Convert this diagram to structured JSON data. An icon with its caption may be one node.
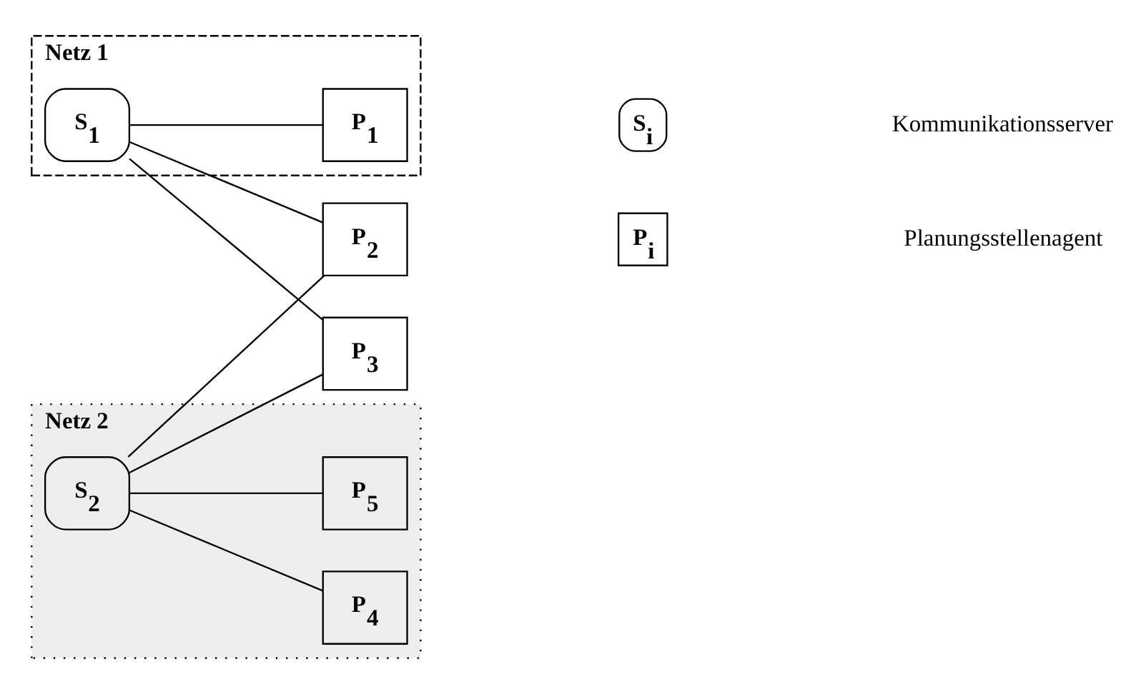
{
  "diagram": {
    "nodes": [
      {
        "text": [
          "Netz 1"
        ]
      },
      {
        "text": [
          "S$_{1}$"
        ],
        "in": 0
      },
      {
        "text": [
          "P$_{1}$"
        ],
        "in": 0
      },
      {
        "text": [
          "Netz 2"
        ]
      },
      {
        "text": [
          "P$_{2}$"
        ]
      },
      {
        "text": [
          "P$_{3}$"
        ]
      },
      {
        "text": [
          "S$_{2}$"
        ],
        "in": 3
      },
      {
        "text": [
          "P$_{4}$"
        ],
        "in": 3
      },
      {
        "text": [
          "P$_{5}$"
        ],
        "in": 3
      }
    ],
    "edges": [
      {
        "from": 1,
        "to": 2,
        "arrow": "none"
      },
      {
        "from": 1,
        "to": 4,
        "arrow": "none"
      },
      {
        "from": 1,
        "to": 5,
        "arrow": "none"
      },
      {
        "from": 6,
        "to": 4,
        "arrow": "none"
      },
      {
        "from": 6,
        "to": 5,
        "arrow": "none"
      },
      {
        "from": 6,
        "to": 7,
        "arrow": "none"
      },
      {
        "from": 6,
        "to": 8,
        "arrow": "none"
      }
    ],
    "labels": [
      "S$_{i}$",
      "P$_{i}$"
    ],
    "legend": [
      {
        "text": "Kommunikationsserver"
      },
      {
        "text": "Planungsstellenagent"
      }
    ]
  }
}
